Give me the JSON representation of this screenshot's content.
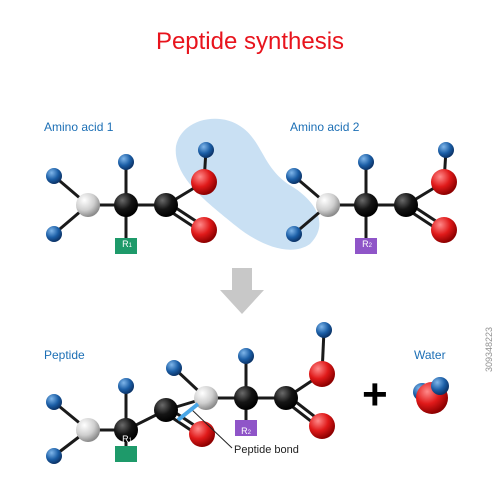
{
  "title": "Peptide synthesis",
  "labels": {
    "amino_acid_1": "Amino acid 1",
    "amino_acid_2": "Amino acid 2",
    "peptide": "Peptide",
    "water": "Water",
    "peptide_bond": "Peptide bond",
    "plus": "+"
  },
  "side_chains": {
    "r1": "R",
    "r1_index": "1",
    "r2": "R",
    "r2_index": "2"
  },
  "watermark": "309348223",
  "colors": {
    "title": "#e8141d",
    "labels": "#1c6fb5",
    "hydrogen": "#1b5ea6",
    "nitrogen": "#d0d0d0",
    "carbon": "#111111",
    "oxygen": "#e01a1a",
    "r1_box": "#1e9a6a",
    "r2_box": "#8f55c8",
    "highlight": "#b7d6ef",
    "arrow": "#c8c8c8"
  }
}
